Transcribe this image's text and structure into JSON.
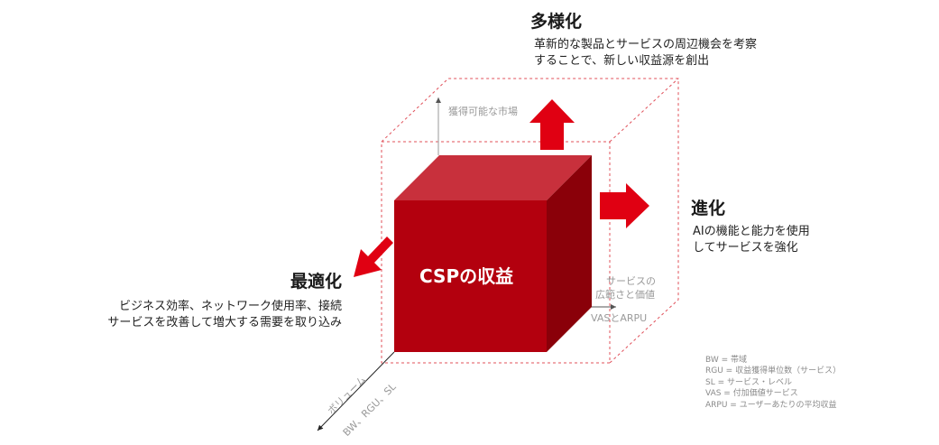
{
  "center_label": "CSPの収益",
  "diversify": {
    "title": "多様化",
    "lines": [
      "革新的な製品とサービスの周辺機会を考察",
      "することで、新しい収益源を創出"
    ]
  },
  "evolve": {
    "title": "進化",
    "lines": [
      "AIの機能と能力を使用",
      "してサービスを強化"
    ]
  },
  "optimize": {
    "title": "最適化",
    "lines": [
      "ビジネス効率、ネットワーク使用率、接続",
      "サービスを改善して増大する需要を取り込み"
    ]
  },
  "axes": {
    "up": "獲得可能な市場",
    "right_lines": [
      "サービスの",
      "広範さと価値"
    ],
    "right_sub": "VASとARPU",
    "diagonal_1": "ボリューム",
    "diagonal_2": "BW、RGU、SL"
  },
  "legend": [
    "BW = 帯域",
    "RGU = 収益獲得単位数（サービス）",
    "SL = サービス・レベル",
    "VAS = 付加価値サービス",
    "ARPU = ユーザーあたりの平均収益"
  ],
  "colors": {
    "cube_front": "#b3000e",
    "cube_top": "#c8303c",
    "cube_side": "#8a0009",
    "arrow": "#e00012",
    "dashed": "#e0505a",
    "axis_line": "#9a9a9a"
  }
}
